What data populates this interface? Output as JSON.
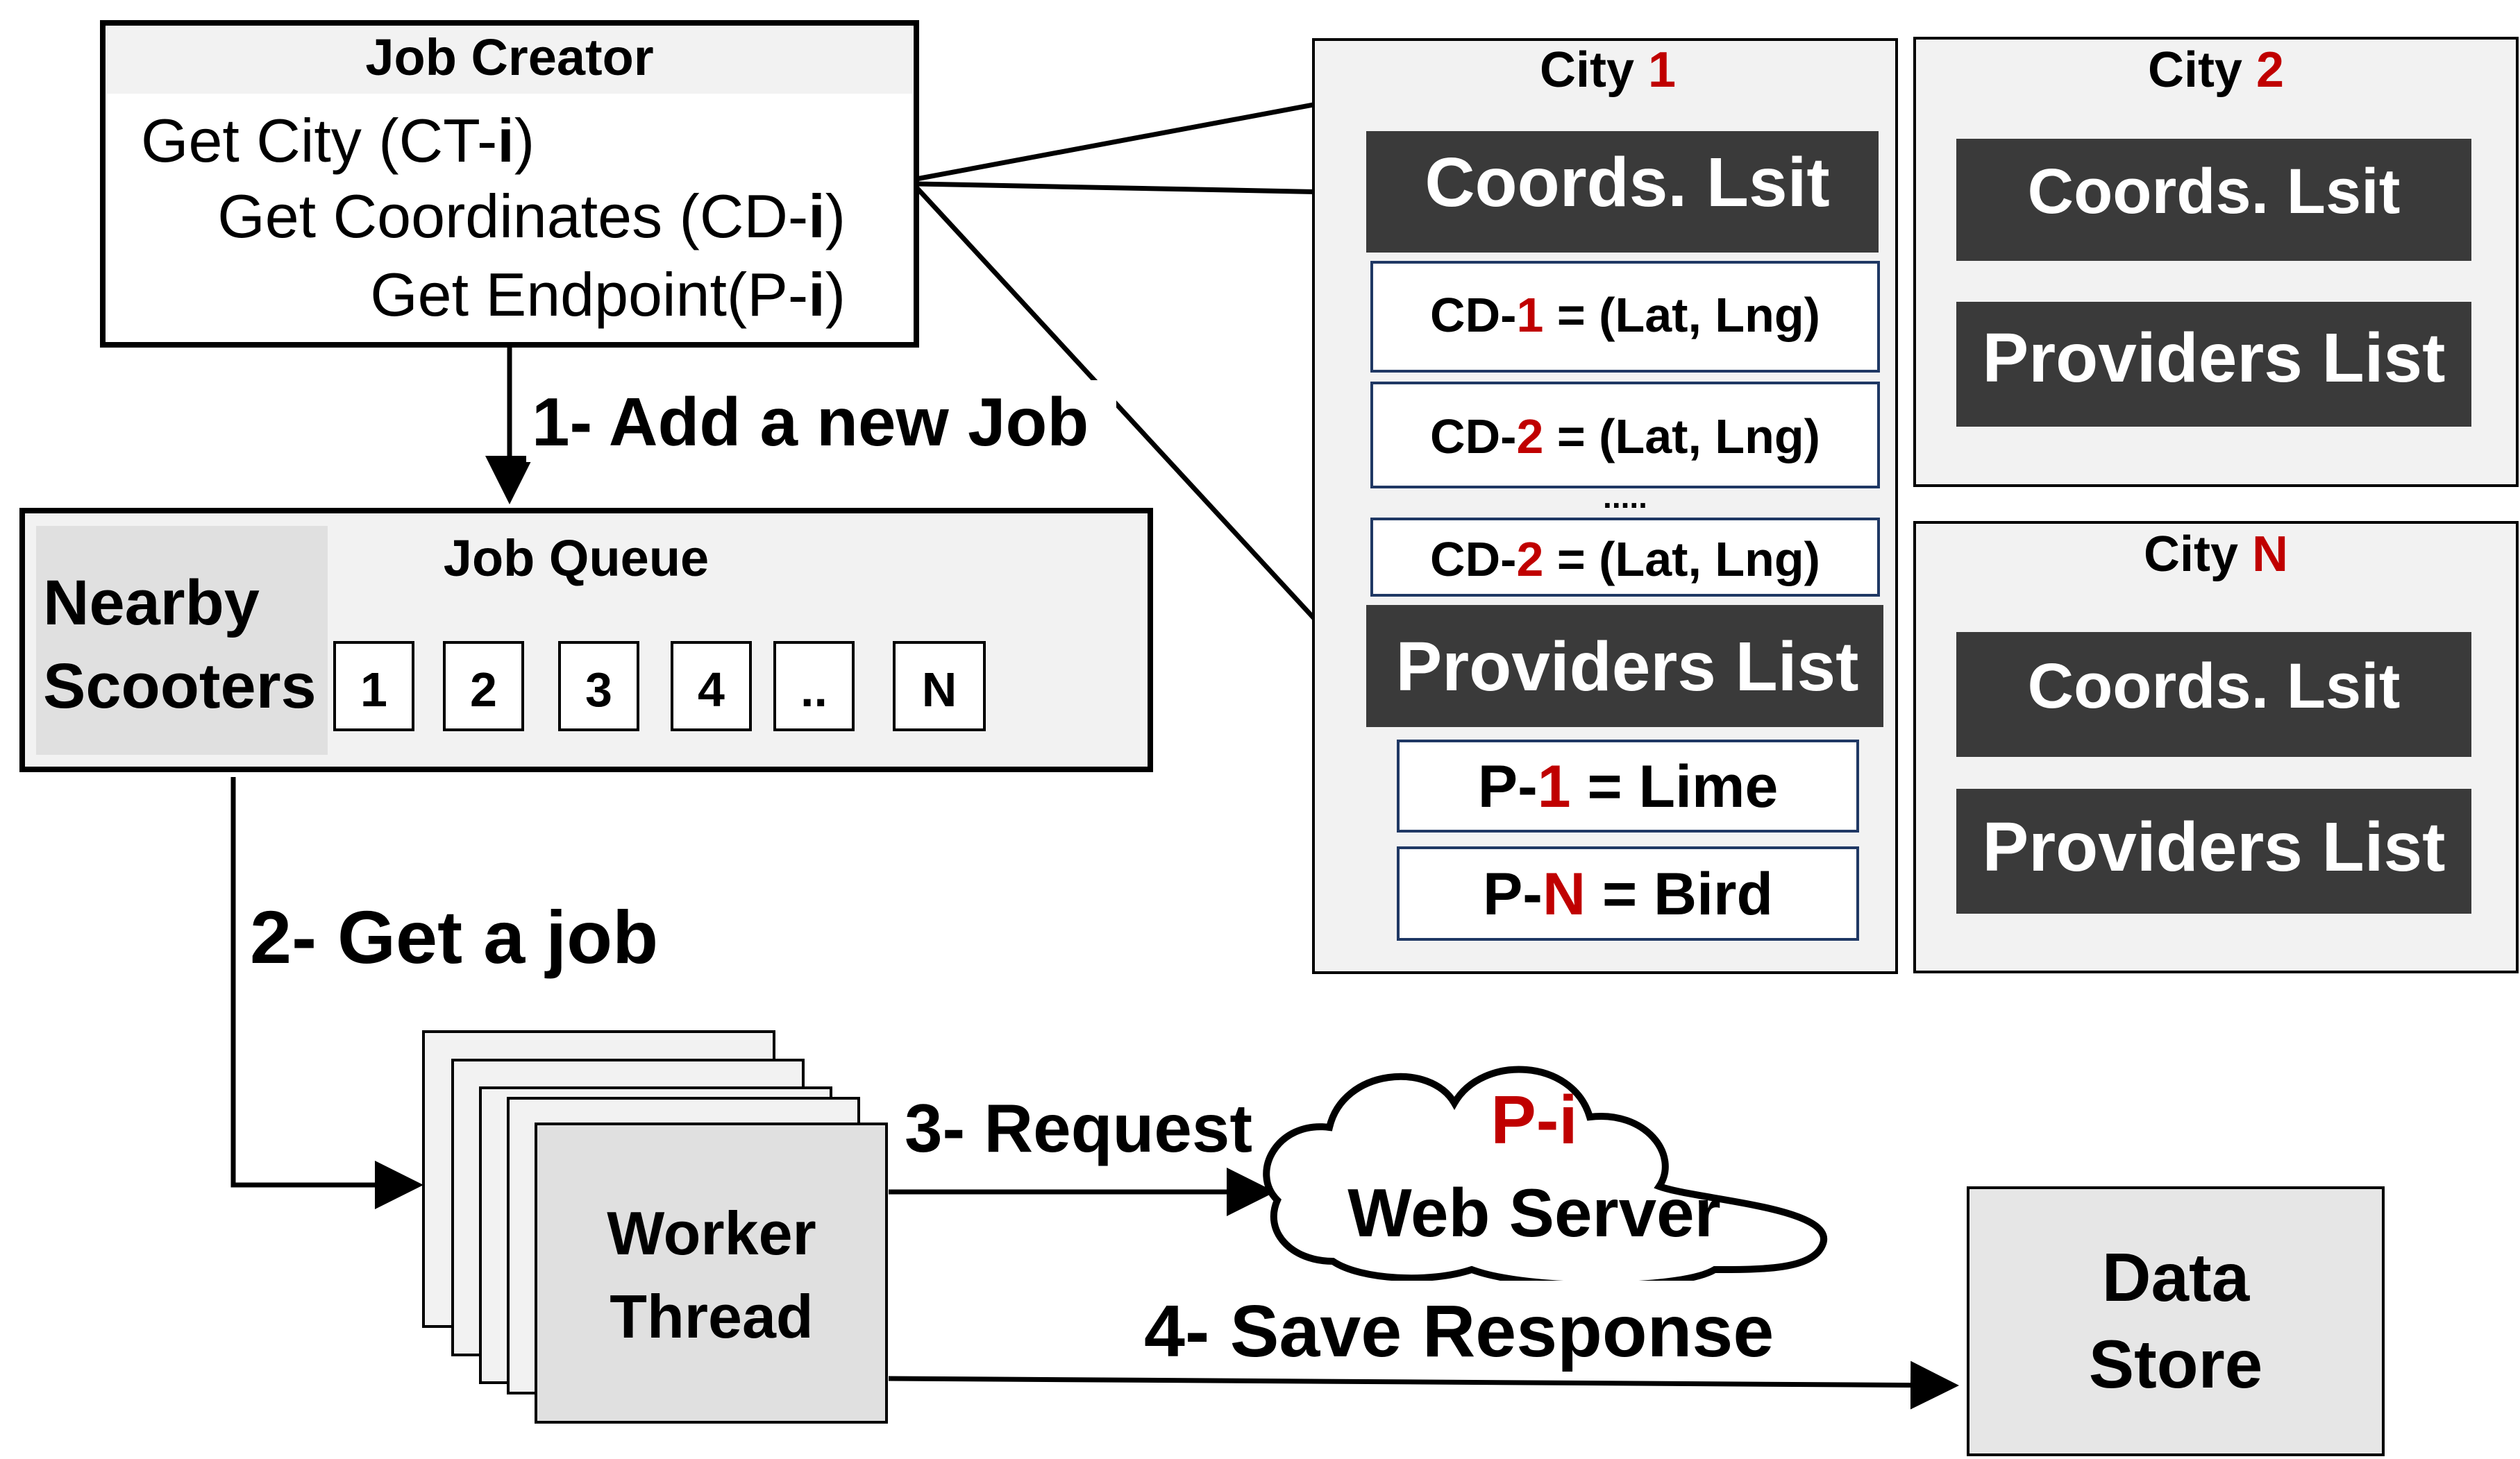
{
  "job_creator": {
    "title": "Job Creator",
    "line1": {
      "pre": "Get City (CT-",
      "var": "i",
      "post": ")"
    },
    "line2": {
      "pre": "Get Coordinates (CD-",
      "var": "i",
      "post": ")"
    },
    "line3": {
      "pre": "Get Endpoint(P-",
      "var": "i",
      "post": ")"
    }
  },
  "job_queue": {
    "title": "Job Queue",
    "side_label_1": "Nearby",
    "side_label_2": "Scooters",
    "slots": [
      "1",
      "2",
      "3",
      "4",
      "..",
      "N"
    ]
  },
  "steps": {
    "add": "1- Add a new Job",
    "get": "2- Get a job",
    "request": "3- Request",
    "save": "4- Save Response"
  },
  "city1": {
    "title_pre": "City ",
    "title_num": "1",
    "coords_header": "Coords. Lsit",
    "cd_rows": [
      {
        "pre": "CD-",
        "num": "1",
        "post": " = (Lat, Lng)"
      },
      {
        "pre": "CD-",
        "num": "2",
        "post": " = (Lat, Lng)"
      },
      {
        "pre": "CD-",
        "num": "2",
        "post": " = (Lat, Lng)"
      }
    ],
    "ellipsis": ".....",
    "providers_header": "Providers List",
    "providers": [
      {
        "pre": "P-",
        "num": "1",
        "post": " = Lime"
      },
      {
        "pre": "P-",
        "num": "N",
        "post": " = Bird"
      }
    ]
  },
  "city2": {
    "title_pre": "City ",
    "title_num": "2",
    "coords_header": "Coords. Lsit",
    "providers_header": "Providers List"
  },
  "cityN": {
    "title_pre": "City ",
    "title_num": "N",
    "coords_header": "Coords. Lsit",
    "providers_header": "Providers List"
  },
  "worker": {
    "line1": "Worker",
    "line2": "Thread"
  },
  "web_server": {
    "line1": "P-i",
    "line2": "Web Server"
  },
  "data_store": {
    "line1": "Data",
    "line2": "Store"
  }
}
